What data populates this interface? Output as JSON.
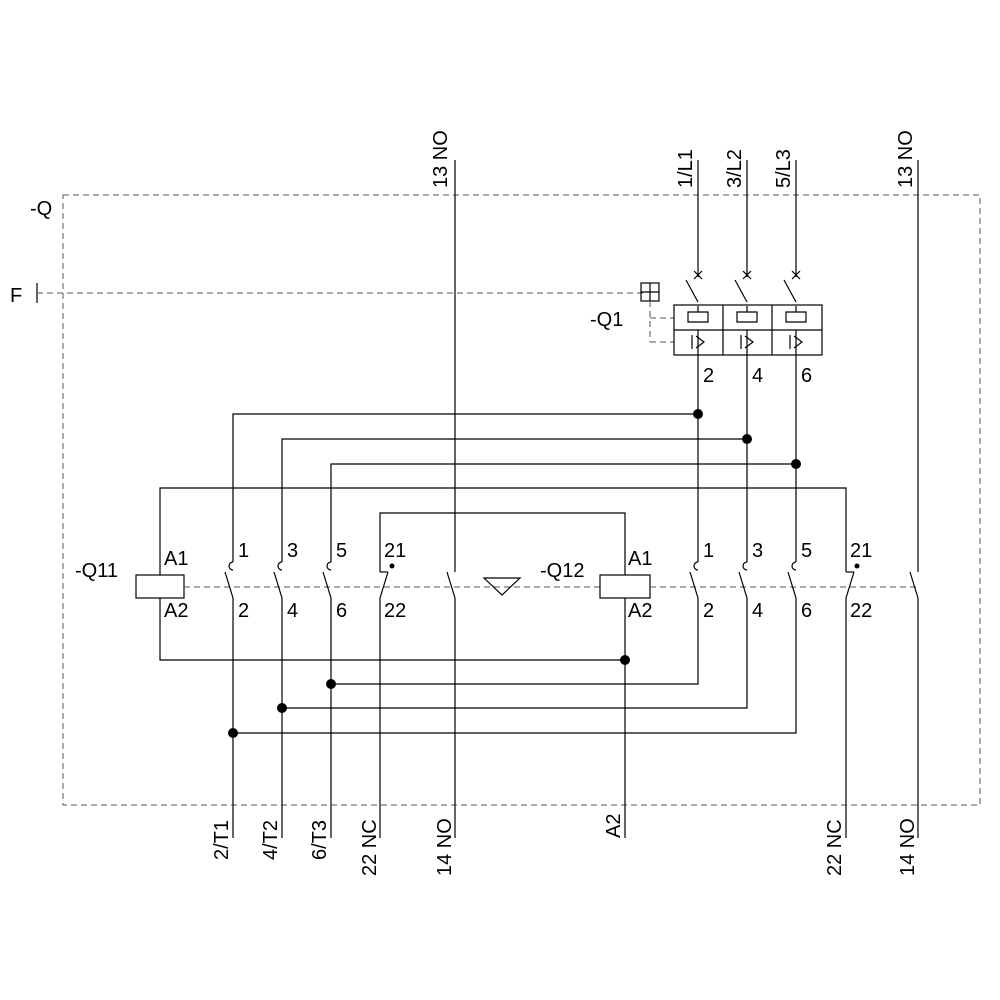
{
  "labels": {
    "device": "-Q",
    "f_marker": "F",
    "breaker": "-Q1",
    "contactor_left": "-Q11",
    "contactor_right": "-Q12"
  },
  "top_terminals": {
    "left_13": "13 NO",
    "l1": "1/L1",
    "l2": "3/L2",
    "l3": "5/L3",
    "right_13": "13 NO"
  },
  "breaker_outputs": [
    "2",
    "4",
    "6"
  ],
  "q11": {
    "a1": "A1",
    "a2": "A2",
    "top": [
      "1",
      "3",
      "5",
      "21"
    ],
    "bottom": [
      "2",
      "4",
      "6",
      "22"
    ]
  },
  "q12": {
    "a1": "A1",
    "a2": "A2",
    "top": [
      "1",
      "3",
      "5",
      "21"
    ],
    "bottom": [
      "2",
      "4",
      "6",
      "22"
    ]
  },
  "bottom_terminals": {
    "t1": "2/T1",
    "t2": "4/T2",
    "t3": "6/T3",
    "nc_left": "22 NC",
    "no_left": "14 NO",
    "a2": "A2",
    "nc_right": "22 NC",
    "no_right": "14 NO"
  }
}
